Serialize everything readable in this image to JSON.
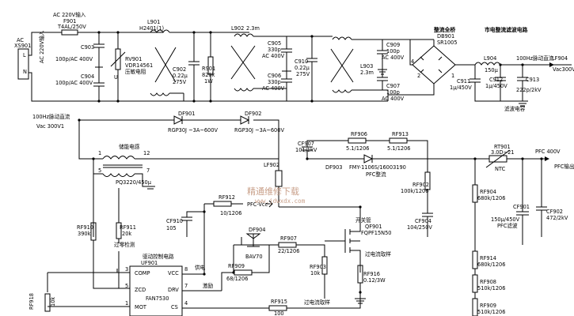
{
  "labels": {
    "ac_in": "AC 220V输入",
    "f901": "F901",
    "f901_val": "T4AL/250V",
    "ac_label": "AC",
    "xs901": "XS901",
    "pin_l": "L",
    "pin_n": "N",
    "ac220_in": "AC 220V输入",
    "c903": "C903",
    "c903_val": "100p/AC 400V",
    "c904": "C904",
    "c904_val": "100p/AC 400V",
    "l901": "L901",
    "l901_val": "H2401(1)",
    "rv901": "RV901",
    "rv901_val": "VDR14561",
    "rv901_name": "压敏电阻",
    "c902": "C902",
    "c902_val": "0.22μ",
    "c902_v": "275V",
    "r901": "R901",
    "r901_val": "820k",
    "r901_w": "1W",
    "l902": "L902",
    "l902_val": "2.3m",
    "c905": "C905",
    "c905_val": "330p",
    "c905_v": "AC 400V",
    "c906": "C906",
    "c906_val": "330p",
    "c906_v": "AC 400V",
    "c910": "C910",
    "c910_val": "0.22μ",
    "c910_v": "275V",
    "l903": "L903",
    "l903_val": "2.3m",
    "c909": "C909",
    "c909_val": "100p",
    "c909_v": "AC 400V",
    "c907": "C907",
    "c907_val": "100p",
    "c907_v": "AC 400V",
    "title_right": "市电整流滤波电路",
    "db_name": "整流全桥",
    "db901": "DB901",
    "db901_val": "SR1005",
    "l904": "L904",
    "l904_val": "150μ",
    "hz100": "100Hz脉动直流",
    "lf904": "LF904",
    "vac300v": "Vac300V",
    "c911": "C911",
    "c911_val": "1μ/450V",
    "c912": "C912",
    "c912_val": "1μ/450V",
    "c913": "C913",
    "c913_val": "222p/2kV",
    "filter_cap": "滤波电容",
    "hz100b": "100Hz脉动直流",
    "vac300v1": "Vac 300V1",
    "df901": "DF901",
    "df901_val": "RGP30J ~3A~600V",
    "df902": "DF902",
    "df902_val": "RGP30J ~3A~600V",
    "storage_ind": "储能电感",
    "pq": "PQ3220/450μ",
    "cf907": "CF907",
    "cf907_val": "101/1kV",
    "rf906": "RF906",
    "rf906_val": "5.1/1206",
    "rf913": "RF913",
    "rf913_val": "5.1/1206",
    "lf902": "LF902",
    "df903": "DF903",
    "df903_val": "FMY-1106S/16003190",
    "pfc_rect": "PFC整流",
    "rt901": "RT901",
    "rt901_val": "3.0D~21",
    "ntc": "NTC",
    "pfc400": "PFC 400V",
    "pfc_out": "PFC输出",
    "rf912": "RF912",
    "rf912_val": "10/1206",
    "pfc_vcc": "PFC-Vcc",
    "cf910": "CF910",
    "cf910_val": "105",
    "rf902": "RF902",
    "rf902_val": "100k/1206",
    "cf904": "CF904",
    "cf904_val": "104/250V",
    "rf904": "RF904",
    "rf904_val": "680k/1206",
    "cf901": "CF901",
    "cf901_val": "150μ/450V",
    "pfc_filter": "PFC滤波",
    "cf902": "CF902",
    "cf902_val": "472/2kV",
    "rf910": "RF910",
    "rf910_val": "390k",
    "rf911": "RF911",
    "rf911_val": "20k",
    "zero_detect": "过零检测",
    "df904": "DF904",
    "bav70": "BAV70",
    "rf907": "RF907",
    "rf907_val": "22/1206",
    "switch": "开关管",
    "qf901": "QF901",
    "qf901_val": "FQPF15N50",
    "oc_sample": "过电流取样",
    "driver_ctrl": "驱动控制电路",
    "uf901": "UF901",
    "fan7530": "FAN7530",
    "pin_comp": "COMP",
    "pin_zcd": "ZCD",
    "pin_mot": "MOT",
    "pin_vcc": "VCC",
    "pin_drv": "DRV",
    "pin_cs": "CS",
    "supply": "供电",
    "drive": "激励",
    "rf909": "RF909",
    "rf909_val": "68/1206",
    "rf903": "RF903",
    "rf903_val": "10k",
    "rf916": "RF916",
    "rf916_val": "0.12/3W",
    "rf914": "RF914",
    "rf914_val": "680k/1206",
    "rf908": "RF908",
    "rf908_val": "510k/1206",
    "rf909b": "RF909",
    "rf909b_val": "510k/1206",
    "rf915": "RF915",
    "rf915_val": "100",
    "oc_sample2": "过电流取样",
    "rf918": "RF918",
    "rf918_val": "10k",
    "pin3": "3",
    "pin5": "5",
    "pin1": "1",
    "pin2": "2",
    "pin8": "8",
    "pin7": "7",
    "pin4": "4",
    "wm_text": "精通维修下载",
    "wm_url": "www.jdwxdx.com"
  }
}
